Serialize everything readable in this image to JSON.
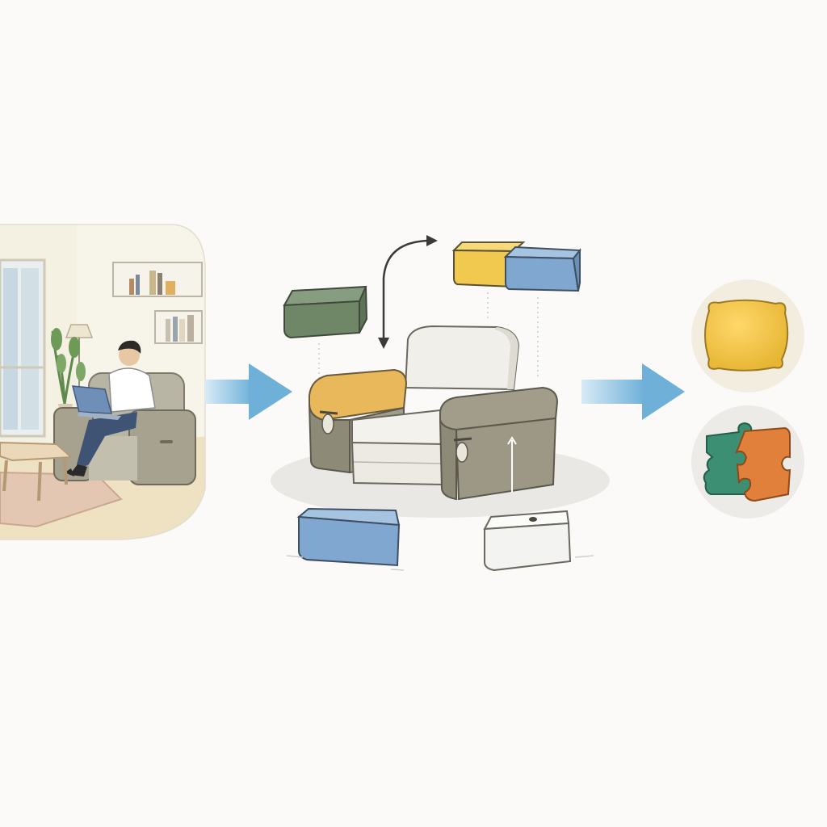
{
  "diagram": {
    "stages": [
      {
        "id": "scene",
        "subject": "person-with-laptop-in-recliner-living-room"
      },
      {
        "id": "modular-chair",
        "subject": "armchair-with-detachable-blocks"
      },
      {
        "id": "outcomes",
        "subject": "cushion-and-puzzle-icons"
      }
    ],
    "block_colors": {
      "green": "#6f8767",
      "yellow": "#f2c94f",
      "blue": "#7fa7cf",
      "white": "#f3f3f1",
      "taupe": "#8e8a78",
      "orange": "#e0803b",
      "teal": "#3c8f73"
    },
    "arrow_color": "#7fb6dc"
  }
}
